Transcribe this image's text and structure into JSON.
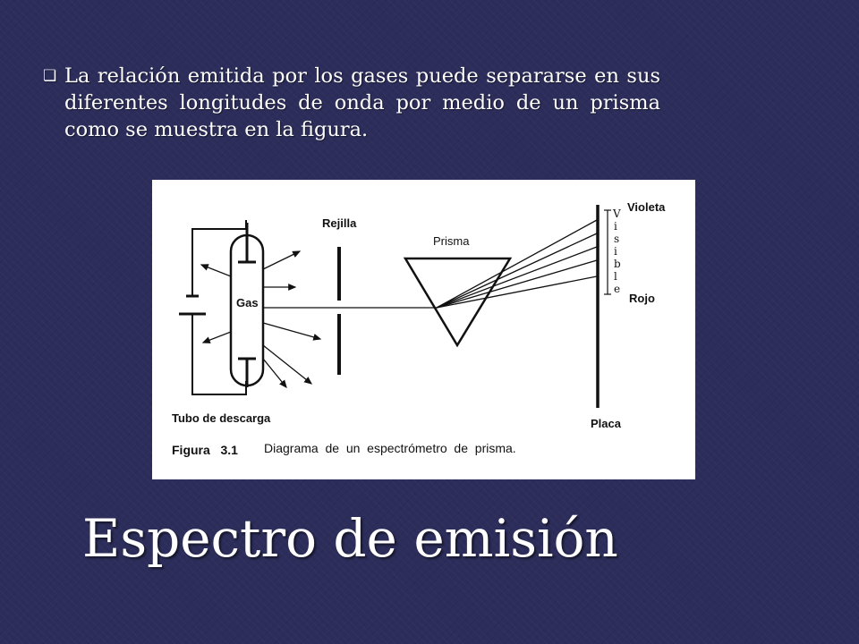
{
  "slide": {
    "bullet_text": "La relación emitida por los gases puede separarse en sus diferentes longitudes de onda por medio de un prisma  como se muestra en la figura.",
    "bullet_icon": "square-check-icon",
    "title": "Espectro de emisión"
  },
  "figure": {
    "labels": {
      "rejilla": "Rejilla",
      "prisma": "Prisma",
      "violeta": "Violeta",
      "rojo": "Rojo",
      "gas": "Gas",
      "tubo": "Tubo de descarga",
      "placa": "Placa",
      "visible": [
        "V",
        "i",
        "s",
        "i",
        "b",
        "l",
        "e"
      ]
    },
    "caption": {
      "number": "Figura   3.1",
      "text": "Diagrama  de  un  espectrómetro  de  prisma."
    }
  },
  "colors": {
    "background": "#2c2d5a",
    "text": "#ffffff",
    "figure_bg": "#ffffff"
  }
}
